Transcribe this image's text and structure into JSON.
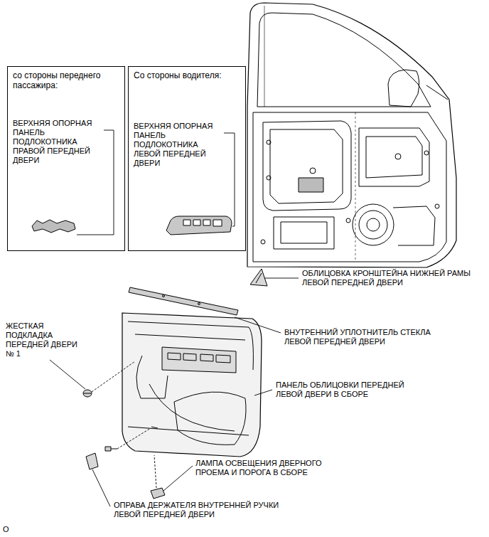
{
  "diagram": {
    "nodes": [
      {
        "text": [
          "со стороны переднего пассажира:",
          "ВЕРХНЯЯ ОПОРНАЯ ПАНЕЛЬ ПОДЛОКОТНИКА ПРАВОЙ ПЕРЕДНЕЙ ДВЕРИ"
        ]
      },
      {
        "text": [
          "Со стороны водителя:",
          "ВЕРХНЯЯ ОПОРНАЯ ПАНЕЛЬ ПОДЛОКОТНИКА ЛЕВОЙ ПЕРЕДНЕЙ ДВЕРИ"
        ]
      }
    ],
    "labels": [
      "ОБЛИЦОВКА КРОНШТЕЙНА НИЖНЕЙ РАМЫ ЛЕВОЙ ПЕРЕДНЕЙ ДВЕРИ",
      "ВНУТРЕННИЙ УПЛОТНИТЕЛЬ СТЕКЛА ЛЕВОЙ ПЕРЕДНЕЙ ДВЕРИ",
      "ЖЕСТКАЯ ПОДКЛАДКА ПЕРЕДНЕЙ ДВЕРИ № 1",
      "ПАНЕЛЬ ОБЛИЦОВКИ ПЕРЕДНЕЙ ЛЕВОЙ ДВЕРИ В СБОРЕ",
      "ЛАМПА ОСВЕЩЕНИЯ ДВЕРНОГО ПРОЕМА И ПОРОГА В СБОРЕ",
      "ОПРАВА ДЕРЖАТЕЛЯ ВНУТРЕННЕЙ РУЧКИ ЛЕВОЙ ПЕРЕДНЕЙ ДВЕРИ",
      "O"
    ]
  }
}
